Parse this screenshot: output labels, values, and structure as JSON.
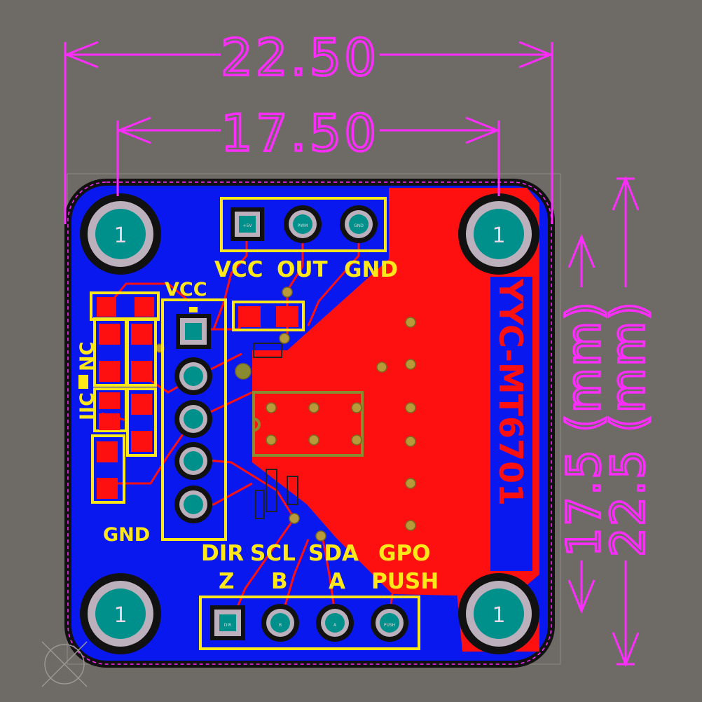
{
  "colors": {
    "background": "#6e6a66",
    "board": "#0a18f0",
    "copper": "#ff1010",
    "silkscreen": "#ffe81a",
    "dimension": "#ff2cff",
    "pad": "#00908c",
    "outline": "#101010"
  },
  "dimensions": {
    "top_outer": "22.50",
    "top_inner": "17.50",
    "right_inner": "17.5 (mm)",
    "right_outer": "22.5 (mm)"
  },
  "board": {
    "name": "YYC-MT6701",
    "mount_hole_label": "1"
  },
  "top_header": {
    "labels": [
      "VCC",
      "OUT",
      "GND"
    ],
    "pins": [
      "+5V",
      "PWM",
      "GND"
    ]
  },
  "left_section": {
    "vcc_label": "VCC",
    "gnd_label": "GND",
    "iic_label": "IIC",
    "nc_label": "NC"
  },
  "bottom_header": {
    "top_labels": [
      "DIR",
      "SCL",
      "SDA",
      "GPO"
    ],
    "bottom_labels": [
      "Z",
      "B",
      "A",
      "PUSH"
    ],
    "pins": [
      "DIR",
      "B",
      "A",
      "PUSH"
    ]
  }
}
